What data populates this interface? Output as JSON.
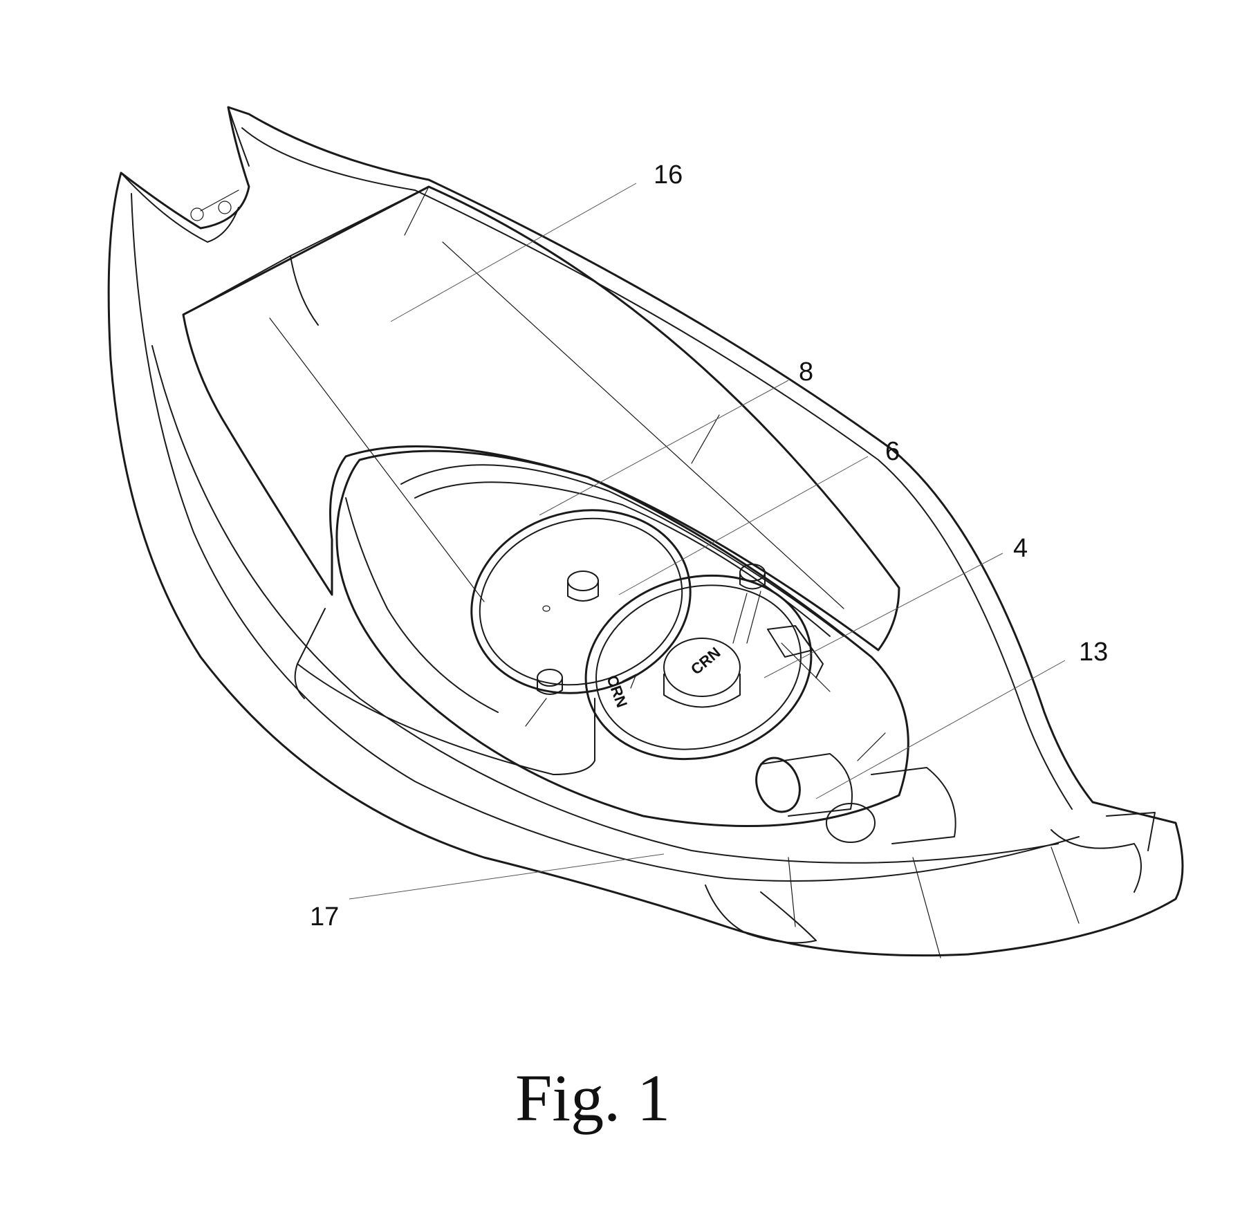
{
  "reference_labels": {
    "r16": "16",
    "r8": "8",
    "r6": "6",
    "r4": "4",
    "r13": "13",
    "r17": "17"
  },
  "gear_marking": {
    "hub_text": "CRN",
    "rim_text": "CRN"
  },
  "caption": "Fig. 1",
  "colors": {
    "line": "#1a1a1a",
    "background": "#ffffff"
  }
}
